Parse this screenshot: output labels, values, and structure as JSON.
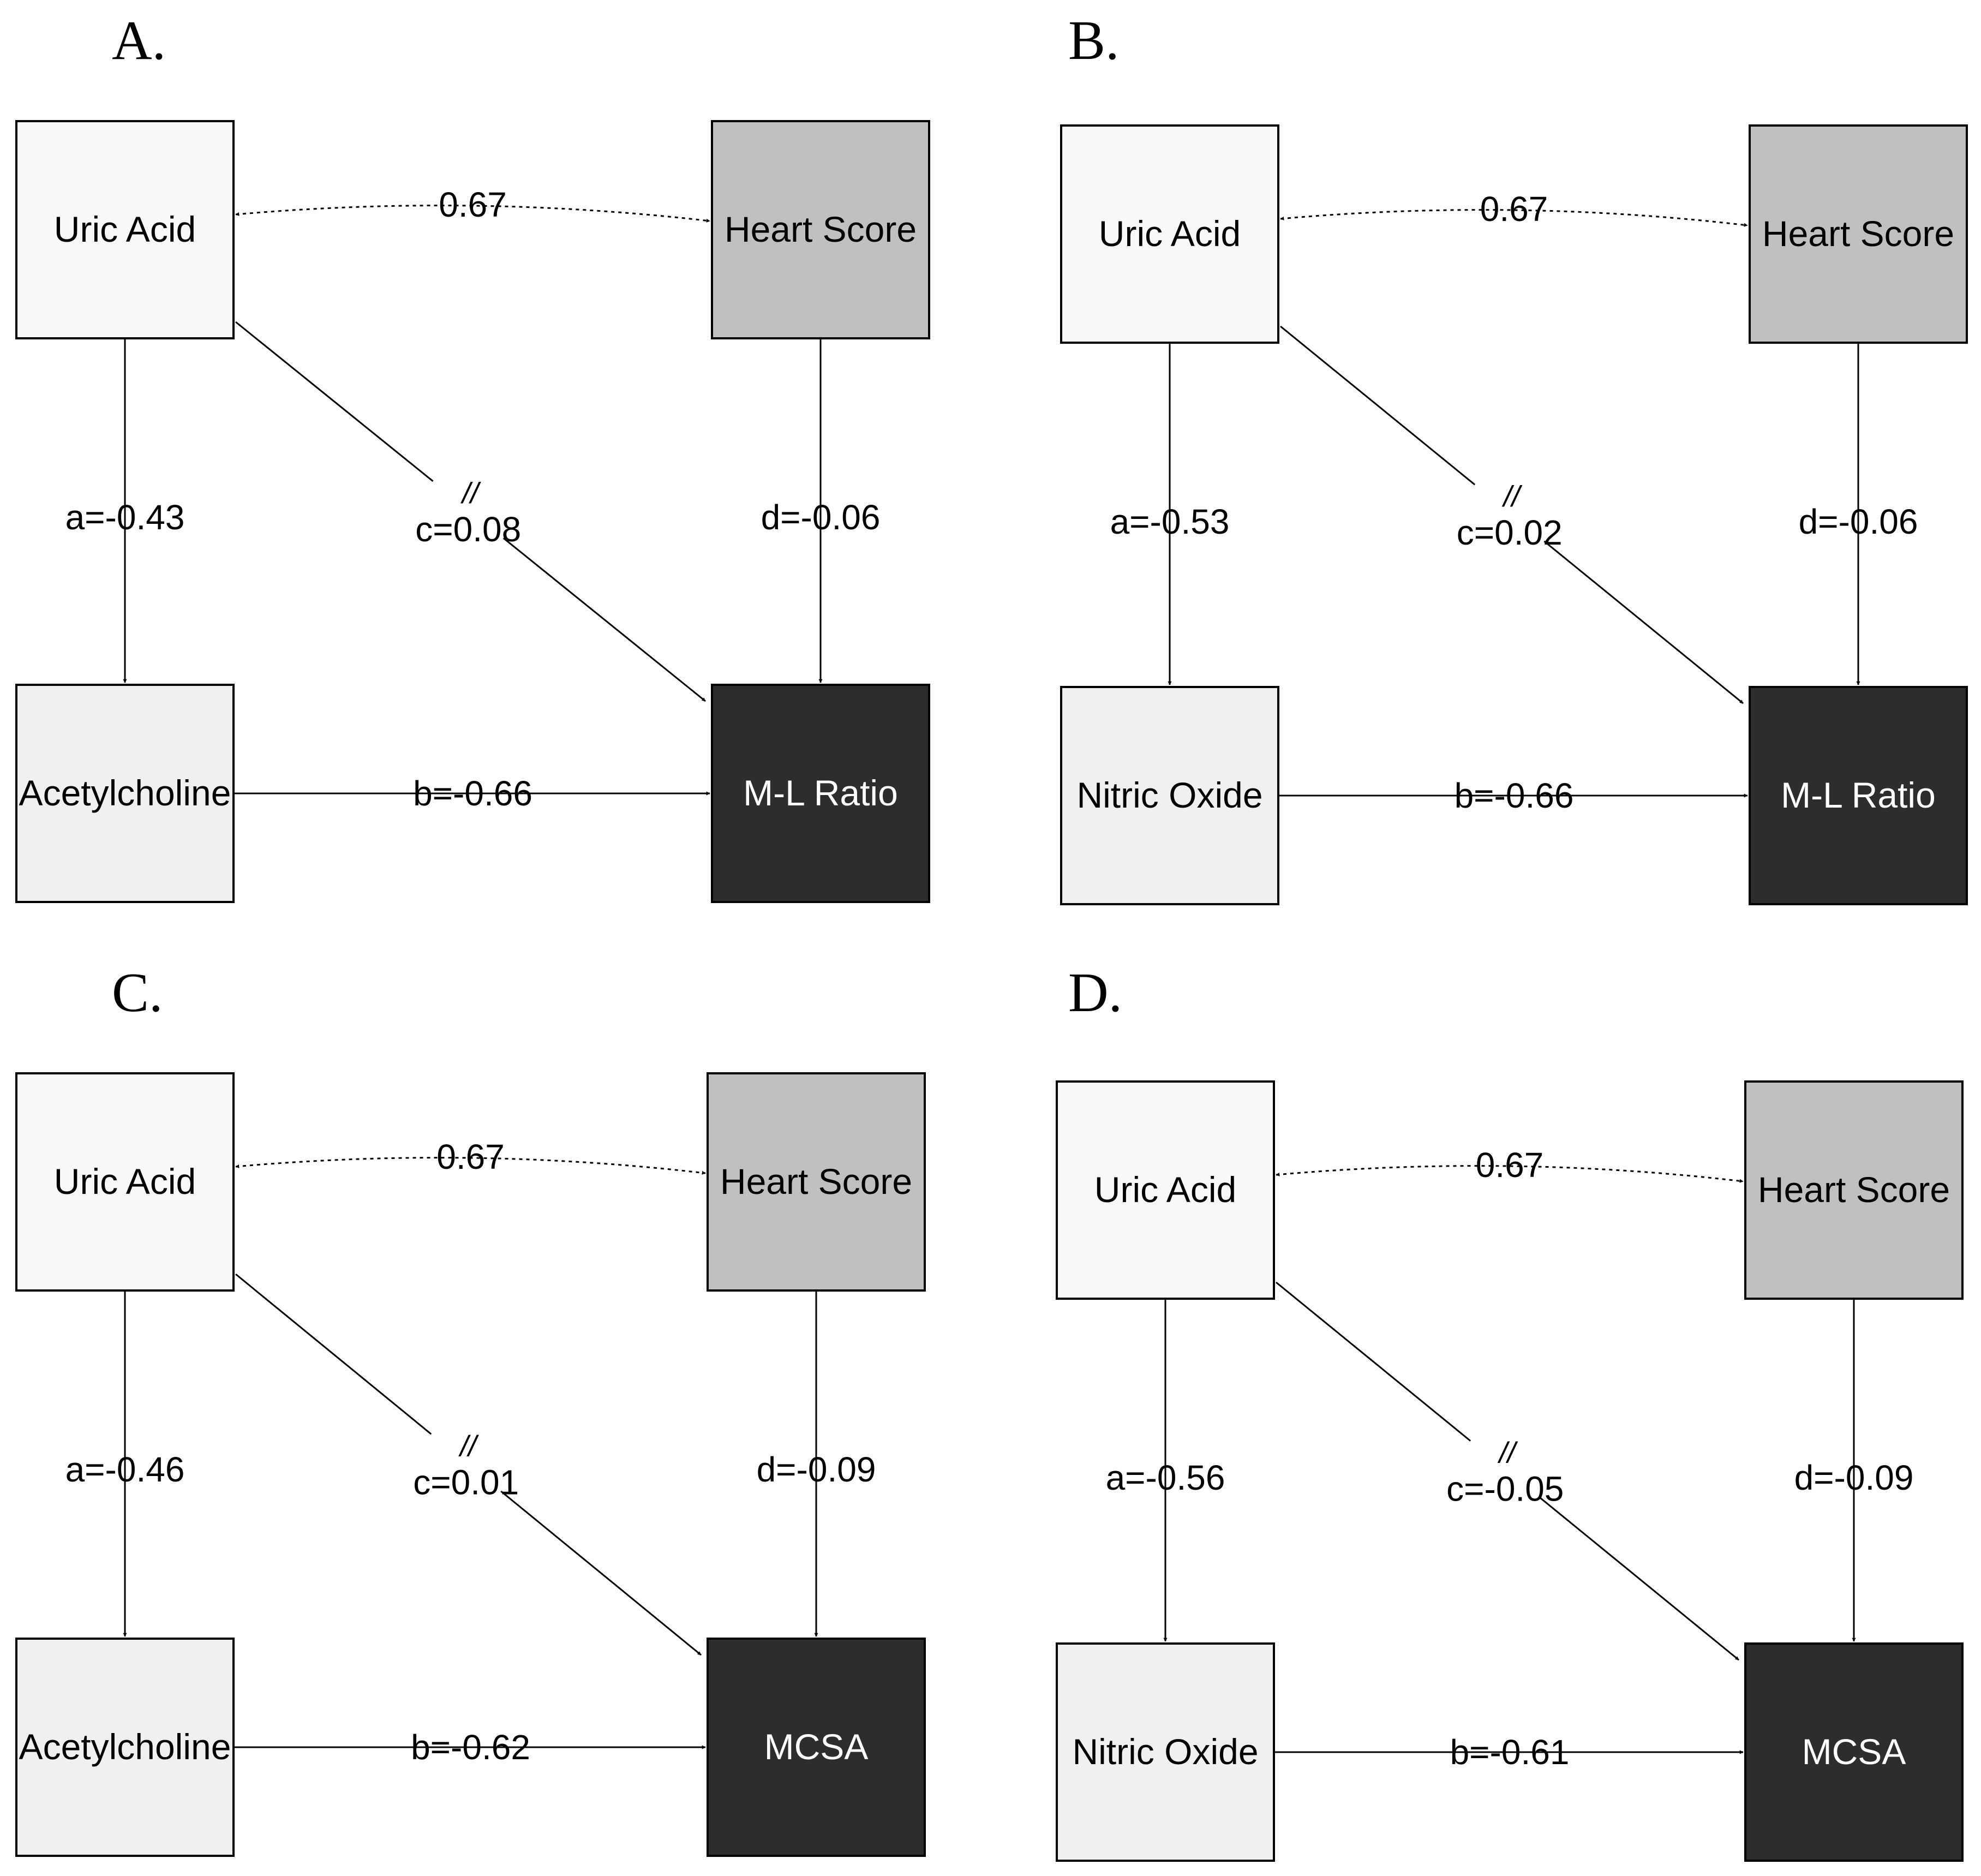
{
  "colors": {
    "light_node": "#f8f8f8",
    "mediator_node": "#f0f0f0",
    "moderator_node": "#c0c0c0",
    "outcome_node": "#2d2d2d",
    "light_text": "#000000",
    "dark_text": "#ffffff",
    "line": "#000000"
  },
  "panels": [
    {
      "label": "A.",
      "nodes": {
        "predictor": "Uric Acid",
        "moderator": "Heart Score",
        "mediator": "Acetylcholine",
        "outcome": "M-L Ratio"
      },
      "edges": {
        "correlation": "0.67",
        "a": "a=-0.43",
        "c": "c=0.08",
        "d": "d=-0.06",
        "b": "b=-0.66",
        "break_mark": "//"
      }
    },
    {
      "label": "B.",
      "nodes": {
        "predictor": "Uric Acid",
        "moderator": "Heart Score",
        "mediator": "Nitric Oxide",
        "outcome": "M-L Ratio"
      },
      "edges": {
        "correlation": "0.67",
        "a": "a=-0.53",
        "c": "c=0.02",
        "d": "d=-0.06",
        "b": "b=-0.66",
        "break_mark": "//"
      }
    },
    {
      "label": "C.",
      "nodes": {
        "predictor": "Uric Acid",
        "moderator": "Heart Score",
        "mediator": "Acetylcholine",
        "outcome": "MCSA"
      },
      "edges": {
        "correlation": "0.67",
        "a": "a=-0.46",
        "c": "c=0.01",
        "d": "d=-0.09",
        "b": "b=-0.62",
        "break_mark": "//"
      }
    },
    {
      "label": "D.",
      "nodes": {
        "predictor": "Uric Acid",
        "moderator": "Heart Score",
        "mediator": "Nitric Oxide",
        "outcome": "MCSA"
      },
      "edges": {
        "correlation": "0.67",
        "a": "a=-0.56",
        "c": "c=-0.05",
        "d": "d=-0.09",
        "b": "b=-0.61",
        "break_mark": "//"
      }
    }
  ]
}
